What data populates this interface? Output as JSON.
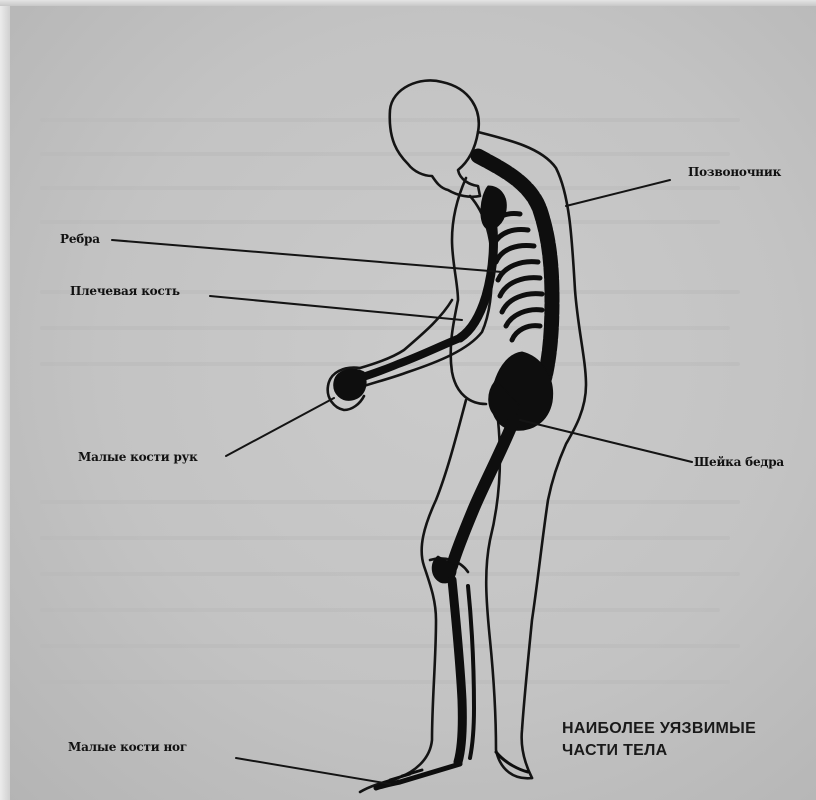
{
  "labels": {
    "spine": "Позвоночник",
    "ribs": "Ребра",
    "humerus": "Плечевая кость",
    "hand_bones": "Малые кости рук",
    "femoral_neck": "Шейка бедра",
    "foot_bones": "Малые кости ног"
  },
  "caption": {
    "line1": "НАИБОЛЕЕ УЯЗВИМЫЕ",
    "line2": "ЧАСТИ ТЕЛА"
  },
  "colors": {
    "ink": "#111111",
    "paper": "#c4c4c4"
  }
}
